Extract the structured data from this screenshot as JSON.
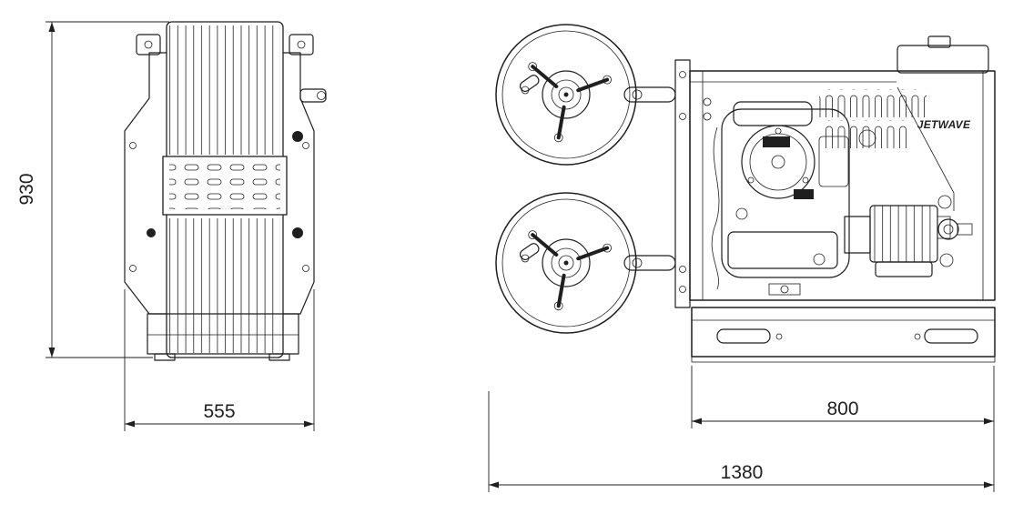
{
  "page": {
    "background": "#ffffff",
    "line_color": "#1f1f1f",
    "description": "Two-view engineering dimension drawing of an engine-driven pressure washer unit with twin hose reels"
  },
  "front_view": {
    "dims": {
      "height": "930",
      "width": "555"
    }
  },
  "side_view": {
    "brand": "JETWAVE",
    "dims": {
      "frame_width": "800",
      "overall_length": "1380"
    }
  }
}
